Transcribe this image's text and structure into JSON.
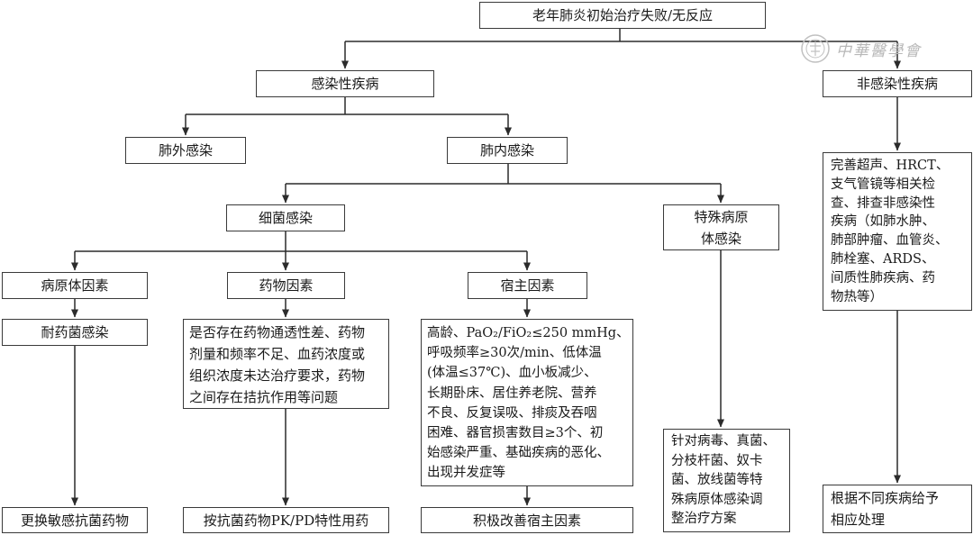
{
  "watermark": {
    "text": "中華醫學會"
  },
  "nodes": {
    "root": "老年肺炎初始治疗失败/无反应",
    "infectious": "感染性疾病",
    "noninfectious": "非感染性疾病",
    "extrapulmonary": "肺外感染",
    "intrapulmonary": "肺内感染",
    "bacterial": "细菌感染",
    "special_pathogen": [
      "特殊病原",
      "体感染"
    ],
    "pathogen_factors": "病原体因素",
    "drug_factors": "药物因素",
    "host_factors": "宿主因素",
    "resistant_infection": "耐药菌感染",
    "drug_issues": [
      "是否存在药物通透性差、药物",
      "剂量和频率不足、血药浓度或",
      "组织浓度未达治疗要求，药物",
      "之间存在拮抗作用等问题"
    ],
    "host_details": [
      "高龄、PaO₂/FiO₂≤250 mmHg、",
      "呼吸频率≥30次/min、低体温",
      "(体温≤37℃)、血小板减少、",
      "长期卧床、居住养老院、营养",
      "不良、反复误吸、排痰及吞咽",
      "困难、器官损害数目≥3个、初",
      "始感染严重、基础疾病的恶化、",
      "出现并发症等"
    ],
    "noninf_workup": [
      "完善超声、HRCT、",
      "支气管镜等相关检",
      "查、排查非感染性",
      "疾病（如肺水肿、",
      "肺部肿瘤、血管炎、",
      "肺栓塞、ARDS、",
      "间质性肺疾病、药",
      "物热等）"
    ],
    "special_treatment": [
      "针对病毒、真菌、",
      "分枝杆菌、奴卡",
      "菌、放线菌等特",
      "殊病原体感染调",
      "整治疗方案"
    ],
    "switch_drug": "更换敏感抗菌药物",
    "pkpd": "按抗菌药物PK/PD特性用药",
    "improve_host": "积极改善宿主因素",
    "treat_disease": [
      "根据不同疾病给予",
      "相应处理"
    ]
  }
}
